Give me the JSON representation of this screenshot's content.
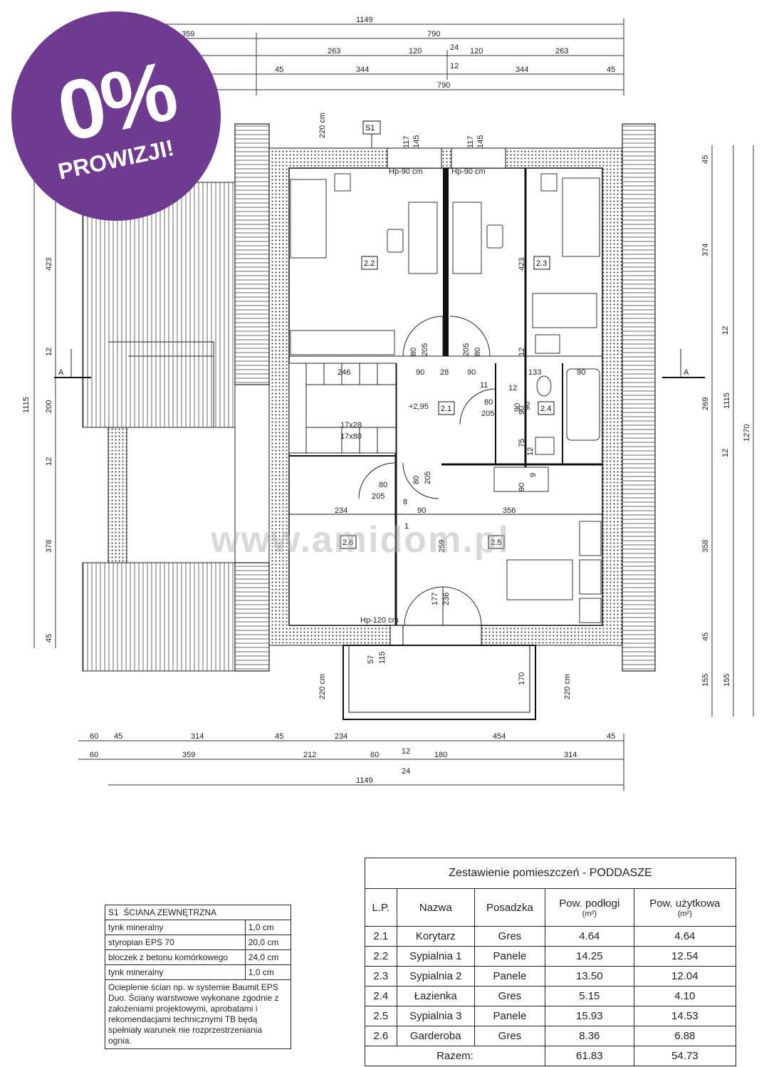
{
  "badge": {
    "percent": "0%",
    "label": "PROWIZJI!",
    "color": "#6e3a92"
  },
  "watermark": "www.amidom.pl",
  "section_marks": {
    "left": "A",
    "right": "A"
  },
  "dimensions": {
    "top_total_1": "1149",
    "top_row_1": [
      "359",
      "790"
    ],
    "top_row_2": [
      "263",
      "120",
      "24",
      "120",
      "263"
    ],
    "top_row_3": [
      "45",
      "344",
      "12",
      "344",
      "45"
    ],
    "top_total_2": "790",
    "left_vertical": [
      "1115",
      "423",
      "12",
      "200",
      "12",
      "378",
      "45"
    ],
    "right_vertical_inner": [
      "45",
      "374",
      "12",
      "269",
      "12",
      "358",
      "45",
      "155"
    ],
    "right_vertical_outer": [
      "1115",
      "155"
    ],
    "right_total": "1270",
    "bottom_row_1": [
      "60",
      "45",
      "314",
      "45",
      "234",
      "454",
      "45"
    ],
    "bottom_row_2": [
      "60",
      "359",
      "212",
      "60",
      "12",
      "180",
      "314",
      "24"
    ],
    "bottom_total": "1149",
    "interior": [
      "220 cm",
      "220 cm",
      "220 cm",
      "117",
      "145",
      "117",
      "145",
      "Hp-90 cm",
      "Hp-90 cm",
      "246",
      "80",
      "205",
      "90",
      "28",
      "90",
      "205",
      "80",
      "12",
      "133",
      "90",
      "11",
      "12",
      "+2,95",
      "17x28",
      "17x80",
      "80",
      "205",
      "90",
      "75",
      "12",
      "9",
      "80",
      "205",
      "80",
      "205",
      "8",
      "90",
      "234",
      "356",
      "1",
      "259",
      "177",
      "236",
      "Hp-120 cm",
      "57",
      "115",
      "170",
      "423",
      "90",
      "90",
      "90"
    ]
  },
  "room_tags": {
    "r21": "2.1",
    "r22": "2.2",
    "r23": "2.3",
    "r24": "2.4",
    "r25": "2.5",
    "r26": "2.6",
    "s1": "S1"
  },
  "wall_spec": {
    "code": "S1",
    "title": "ŚCIANA ZEWNĘTRZNA",
    "layers": [
      {
        "name": "tynk mineralny",
        "value": "1,0 cm"
      },
      {
        "name": "styropian EPS 70",
        "value": "20,0 cm"
      },
      {
        "name": "bloczek z betonu komórkowego",
        "value": "24,0 cm"
      },
      {
        "name": "tynk mineralny",
        "value": "1,0 cm"
      }
    ],
    "description": "Ocieplenie ścian np. w systemie Baumit EPS Duo. Ściany warstwowe wykonane zgodnie z założeniami projektowymi, aprobatami i rekomendacjami technicznymi TB będą spełniały warunek nie rozprzestrzeniania ognia."
  },
  "rooms_table": {
    "title": "Zestawienie pomieszczeń - PODDASZE",
    "headers": {
      "lp": "L.P.",
      "name": "Nazwa",
      "floor": "Posadzka",
      "area_floor": "Pow. podłogi",
      "area_floor_unit": "(m²)",
      "area_usable": "Pow. użytkowa",
      "area_usable_unit": "(m²)"
    },
    "rows": [
      {
        "lp": "2.1",
        "name": "Korytarz",
        "floor": "Gres",
        "area_floor": "4.64",
        "area_usable": "4.64"
      },
      {
        "lp": "2.2",
        "name": "Sypialnia 1",
        "floor": "Panele",
        "area_floor": "14.25",
        "area_usable": "12.54"
      },
      {
        "lp": "2.3",
        "name": "Sypialnia 2",
        "floor": "Panele",
        "area_floor": "13.50",
        "area_usable": "12.04"
      },
      {
        "lp": "2.4",
        "name": "Łazienka",
        "floor": "Gres",
        "area_floor": "5.15",
        "area_usable": "4.10"
      },
      {
        "lp": "2.5",
        "name": "Sypialnia 3",
        "floor": "Panele",
        "area_floor": "15.93",
        "area_usable": "14.53"
      },
      {
        "lp": "2.6",
        "name": "Garderoba",
        "floor": "Gres",
        "area_floor": "8.36",
        "area_usable": "6.88"
      }
    ],
    "total": {
      "label": "Razem:",
      "area_floor": "61.83",
      "area_usable": "54.73"
    }
  }
}
